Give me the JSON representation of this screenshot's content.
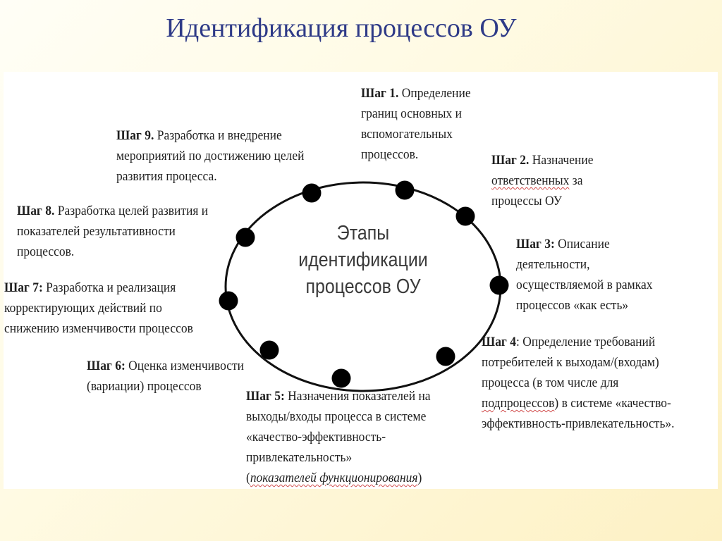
{
  "title": "Идентификация процессов ОУ",
  "center": {
    "line1": "Этапы",
    "line2": "идентификации",
    "line3": "процессов ОУ"
  },
  "steps": [
    {
      "label": "Шаг 1.",
      "lines": [
        " Определение",
        "границ  основных и",
        "вспомогательных",
        "процессов."
      ]
    },
    {
      "label": "Шаг 2.",
      "lines": [
        " Назначение",
        "ответственных",
        " за",
        "процессы ОУ"
      ]
    },
    {
      "label": "Шаг 3:",
      "lines": [
        " Описание",
        "деятельности,",
        "осуществляемой в рамках",
        "процессов «как есть»"
      ]
    },
    {
      "label": "Шаг 4",
      "lines": [
        ": Определение требований",
        "потребителей к выходам/(входам)",
        "процесса (в том числе для",
        "подпроцессов",
        ") в системе «качество-",
        "эффективность-привлекательность»."
      ]
    },
    {
      "label": "Шаг 5:",
      "lines": [
        " Назначения показателей на",
        "выходы/входы процесса в системе",
        "«качество-эффективность-",
        "привлекательность»",
        "(",
        "показателей функционирования",
        ")"
      ]
    },
    {
      "label": "Шаг 6:",
      "lines": [
        " Оценка изменчивости",
        "(вариации) процессов"
      ]
    },
    {
      "label": "Шаг 7:",
      "lines": [
        " Разработка и реализация",
        "корректирующих действий по",
        "снижению изменчивости процессов"
      ]
    },
    {
      "label": "Шаг 8.",
      "lines": [
        " Разработка целей развития и",
        "показателей результативности",
        "процессов."
      ]
    },
    {
      "label": "Шаг 9.",
      "lines": [
        " Разработка и внедрение",
        "мероприятий по достижению целей",
        "развития процесса."
      ]
    }
  ]
}
